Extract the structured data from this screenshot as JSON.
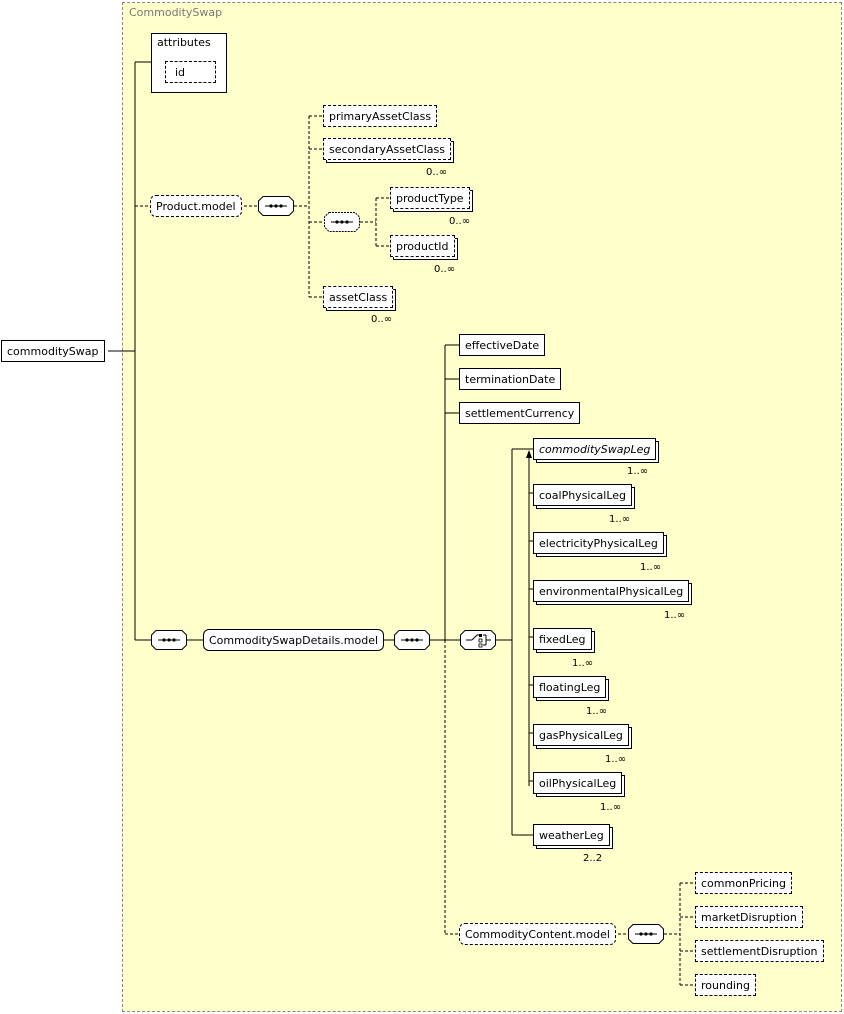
{
  "frame_title": "CommoditySwap",
  "root": "commoditySwap",
  "attributes": {
    "label": "attributes",
    "id": "id"
  },
  "product": {
    "group": "Product.model",
    "primary": "primaryAssetClass",
    "secondary": "secondaryAssetClass",
    "secondary_card": "0..∞",
    "productType": "productType",
    "productType_card": "0..∞",
    "productId": "productId",
    "productId_card": "0..∞",
    "assetClass": "assetClass",
    "assetClass_card": "0..∞"
  },
  "details": {
    "group": "CommoditySwapDetails.model",
    "effectiveDate": "effectiveDate",
    "terminationDate": "terminationDate",
    "settlementCurrency": "settlementCurrency",
    "legs": [
      {
        "label": "commoditySwapLeg",
        "card": "1..∞"
      },
      {
        "label": "coalPhysicalLeg",
        "card": "1..∞"
      },
      {
        "label": "electricityPhysicalLeg",
        "card": "1..∞"
      },
      {
        "label": "environmentalPhysicalLeg",
        "card": "1..∞"
      },
      {
        "label": "fixedLeg",
        "card": "1..∞"
      },
      {
        "label": "floatingLeg",
        "card": "1..∞"
      },
      {
        "label": "gasPhysicalLeg",
        "card": "1..∞"
      },
      {
        "label": "oilPhysicalLeg",
        "card": "1..∞"
      }
    ],
    "weatherLeg": "weatherLeg",
    "weatherLeg_card": "2..2"
  },
  "content": {
    "group": "CommodityContent.model",
    "commonPricing": "commonPricing",
    "marketDisruption": "marketDisruption",
    "settlementDisruption": "settlementDisruption",
    "rounding": "rounding"
  }
}
